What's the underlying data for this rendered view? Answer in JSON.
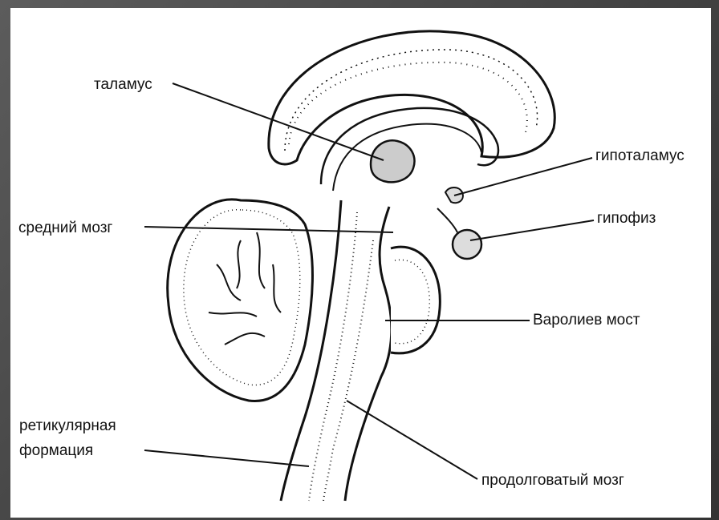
{
  "labels": {
    "thalamus": "таламус",
    "hypothalamus": "гипоталамус",
    "midbrain": "средний мозг",
    "pituitary": "гипофиз",
    "pons": "Варолиев мост",
    "reticular_line1": "ретикулярная",
    "reticular_line2": "формация",
    "medulla": "продолговатый мозг"
  }
}
